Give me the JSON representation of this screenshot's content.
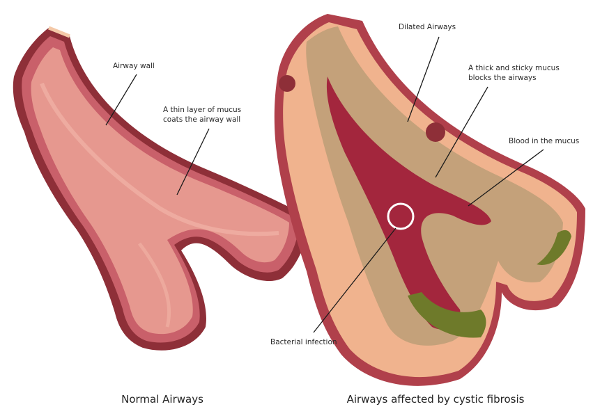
{
  "normal": {
    "caption": "Normal Airways",
    "labels": {
      "airway_wall": "Airway wall",
      "mucus_line1": "A thin layer of mucus",
      "mucus_line2": "coats the airway wall"
    }
  },
  "cf": {
    "caption": "Airways affected by cystic fibrosis",
    "labels": {
      "dilated": "Dilated Airways",
      "thick_line1": "A thick and sticky mucus",
      "thick_line2": "blocks the airways",
      "blood": "Blood in the mucus",
      "bacterial": "Bacterial infection"
    }
  },
  "colors": {
    "wall_outer": "#8e2f38",
    "wall_mid": "#c9606a",
    "lumen": "#e6988f",
    "lumen_light": "#f1b4a6",
    "rim": "#f4c9a8",
    "cf_tissue": "#f0b38e",
    "cf_lining": "#c4a17a",
    "mucus_red": "#a3263d",
    "infection_green": "#6e7a2a",
    "marker": "#ffffff"
  }
}
